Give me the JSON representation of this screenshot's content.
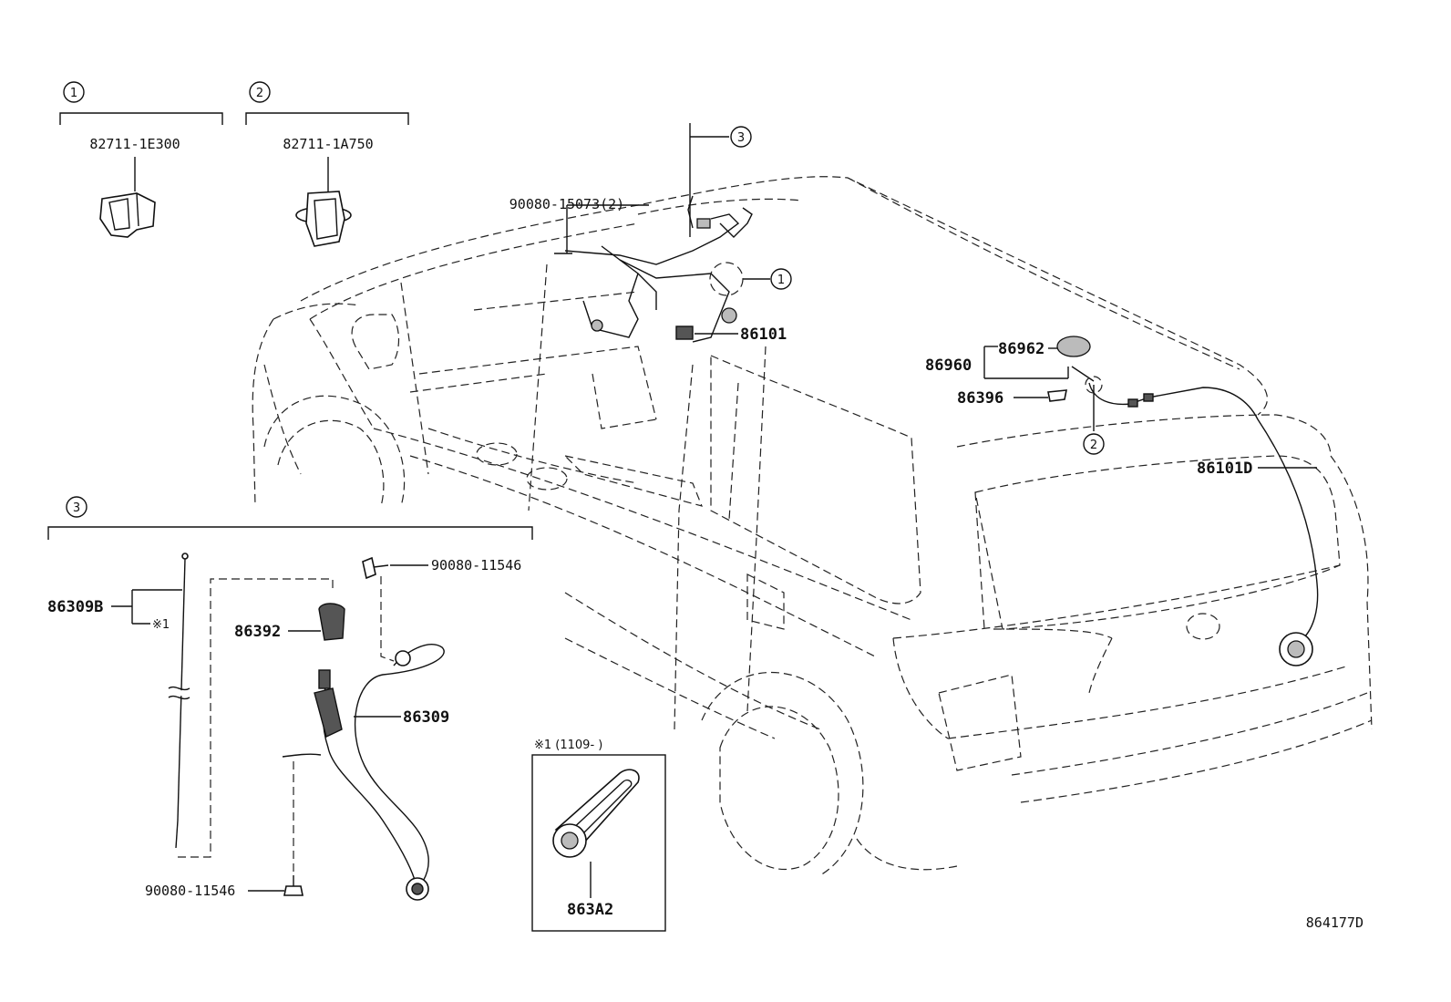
{
  "callouts": {
    "c1": "1",
    "c2": "2",
    "c3": "3"
  },
  "groups": {
    "g1_part": "82711-1E300",
    "g2_part": "82711-1A750"
  },
  "labels": {
    "bolt_top": "90080-15073(2)",
    "harness_front": "86101",
    "cap": "86962",
    "assy": "86960",
    "clip": "86396",
    "harness_rear": "86101D",
    "rod": "86309B",
    "note_ref": "※1",
    "pad": "86392",
    "bolt_upper": "90080-11546",
    "cord": "86309",
    "bolt_lower": "90080-11546",
    "note_box_title": "※1 (1109-    )",
    "note_box_part": "863A2",
    "diagram_id": "864177D"
  }
}
